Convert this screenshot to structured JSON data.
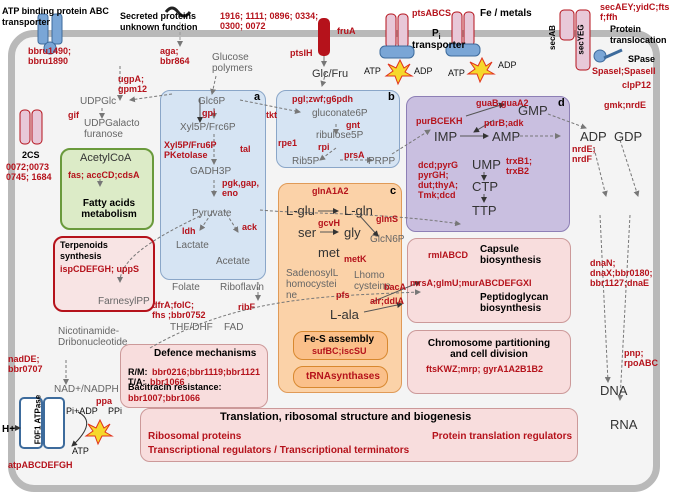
{
  "top": {
    "abc": "ATP binding protein ABC transporter",
    "abc_genes": "bbru1490; bbru1890",
    "secreted": "Secreted proteins unknown function",
    "secreted_genes": "1916; 1111; 0896; 0334; 0300; 0072",
    "fruA": "fruA",
    "ptsIH": "ptsIH",
    "glc_fru": "Glc/Fru",
    "ptsABCS": "ptsABCS",
    "pi_transporter": "transporter",
    "pi": "P",
    "pi_sub": "i",
    "fe_metals": "Fe / metals",
    "atp1": "ATP",
    "adp1": "ADP",
    "atp2": "ATP",
    "adp2": "ADP",
    "secAB": "secAB",
    "secYEG": "secYEG",
    "sec_genes": "secAEY;yidC;fts f;ffh",
    "protein_translocation": "Protein translocation",
    "spase": "SPase",
    "spase_genes": "SpaseI;SpaseII",
    "clpP12": "clpP12"
  },
  "left": {
    "aga": "aga; bbr864",
    "glucose_polymers": "Glucose polymers",
    "ugpA": "ugpA; gpm12",
    "udpglc": "UDPGlc",
    "gif": "gif",
    "udpgalacto": "UDPGalacto furanose",
    "twocs": "2CS",
    "twocs_genes": "0072;0073 0745; 1684"
  },
  "box_a": {
    "label": "a",
    "glc6p": "Glc6P",
    "gpi": "gpi",
    "xyl5p": "Xyl5P/Frc6P",
    "xylpk": "Xyl5P/Fru6P PKetolase",
    "tal": "tal",
    "gadh3p": "GADH3P",
    "pgk": "pgk,gap, eno",
    "pyruvate": "Pyruvate",
    "ldh": "ldh",
    "ack": "ack",
    "lactate": "Lactate",
    "acetate": "Acetate"
  },
  "box_b": {
    "label": "b",
    "genes": "pgl;zwf;g6pdh",
    "gluconate": "gluconate6P",
    "gnt": "gnt",
    "ribulose": "ribulose5P",
    "rpi": "rpi",
    "rib5p": "Rib5P",
    "tkt": "tkt",
    "rpe1": "rpe1",
    "prsA": "prsA",
    "prpp": "PRPP"
  },
  "acetylcoa": {
    "title": "AcetylCoA",
    "genes": "fas; accCD;cdsA",
    "footer": "Fatty acids metabolism"
  },
  "terpenoids": {
    "title": "Terpenoids synthesis",
    "genes": "ispCDEFGH; uppS",
    "product": "FarnesylPP"
  },
  "cofactors": {
    "folate": "Folate",
    "folate_genes": "dfrA;folC; fhs ;bbr0752",
    "thf": "THF/DHF",
    "riboflavin": "Riboflavin",
    "ribF": "ribF",
    "fad": "FAD",
    "nicotinamide": "Nicotinamide- Dribonucleotide",
    "nadE": "nadDE; bbr0707",
    "nad": "NAD+/NADPH"
  },
  "defence": {
    "title": "Defence mechanisms",
    "rm_label": "R/M:",
    "rm_genes": "bbr0216;bbr1119;bbr1121",
    "ta_label": "T/A:",
    "ta_genes": "bbr1066",
    "bac_label": "Bacitracin resistance:",
    "bac_genes": "bbr1007;bbr1066"
  },
  "atpase": {
    "hplus": "H+",
    "f0f1": "F0F1 ATPase",
    "pi_ppi": "Pi+ADP",
    "ppi": "PPi",
    "ppa": "ppa",
    "atp": "ATP",
    "genes": "atpABCDEFGH"
  },
  "box_c": {
    "label": "c",
    "glnA": "glnA1A2",
    "lglu": "L-glu",
    "lgln": "L-gln",
    "gcvH": "gcvH",
    "ser": "ser",
    "gly": "gly",
    "glmS": "glmS",
    "glcn6p": "GlcN6P",
    "met": "met",
    "metK": "metK",
    "sadenosyl": "SadenosylL homocystei ne",
    "lhomo": "Lhomo cysteine",
    "pfs": "pfs",
    "lala": "L-ala",
    "bacA": "bacA",
    "alr": "alr;ddlA",
    "fes_title": "Fe-S assembly",
    "fes_genes": "sufBC;iscSU",
    "trna": "tRNAsynthases"
  },
  "box_d": {
    "label": "d",
    "purBCEKH": "purBCEKH",
    "guaAB": "guaB,guaA2",
    "gmp": "GMP",
    "imp": "IMP",
    "purB": "purB;adk",
    "amp": "AMP",
    "ump": "UMP",
    "ctp": "CTP",
    "ttp": "TTP",
    "pyr_genes": "dcd;pyrG pyrGH; dut;thyA; Tmk;dcd",
    "trxB": "trxB1; trxB2"
  },
  "right": {
    "gmk": "gmk;nrdE",
    "adp": "ADP",
    "gdp": "GDP",
    "nrdE": "nrdE; nrdF",
    "capsule_genes": "rmlABCD",
    "capsule": "Capsule biosynthesis",
    "mur_genes": "mrsA;glmU;murABCDEFGXI",
    "peptidoglycan": "Peptidoglycan biosynthesis",
    "dna_genes": "dnaN; dnaX;bbr0180; bbr1127;dnaE",
    "chromosome": "Chromosome partitioning and cell division",
    "fts_genes": "ftsKWZ;mrp; gyrA1A2B1B2",
    "pnp": "pnp; rpoABC",
    "dna": "DNA",
    "rna": "RNA"
  },
  "translation": {
    "title": "Translation, ribosomal structure and biogenesis",
    "ribosomal": "Ribosomal proteins",
    "regulators": "Protein translation regulators",
    "transcriptional": "Transcriptional regulators / Transcriptional terminators"
  },
  "colors": {
    "red_text": "#b5121b",
    "blue_box": "#d6e4f3",
    "orange_box": "#fbd2a8",
    "purple_box": "#c9bfe0",
    "green_box": "#dcebc7",
    "pink_box": "#f8dddd"
  }
}
